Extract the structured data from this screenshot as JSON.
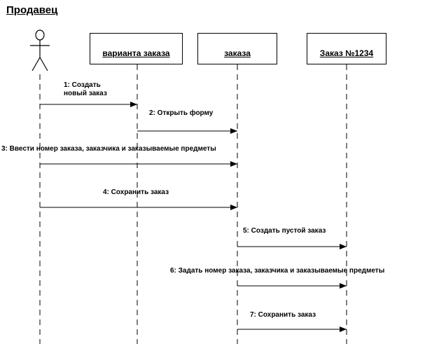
{
  "title": "Продавец",
  "objects": {
    "order_variant": "варианта заказа",
    "order": "заказа",
    "order_1234": "Заказ №1234"
  },
  "messages": {
    "m1": "1: Создать\nновый заказ",
    "m2": "2: Открыть форму",
    "m3": "3: Ввести номер заказа, заказчика и заказываемые предметы",
    "m4": "4: Сохранить заказ",
    "m5": "5: Создать пустой заказ",
    "m6": "6: Задать номер заказа, заказчика и заказываемые предметы",
    "m7": "7: Сохранить заказ"
  }
}
